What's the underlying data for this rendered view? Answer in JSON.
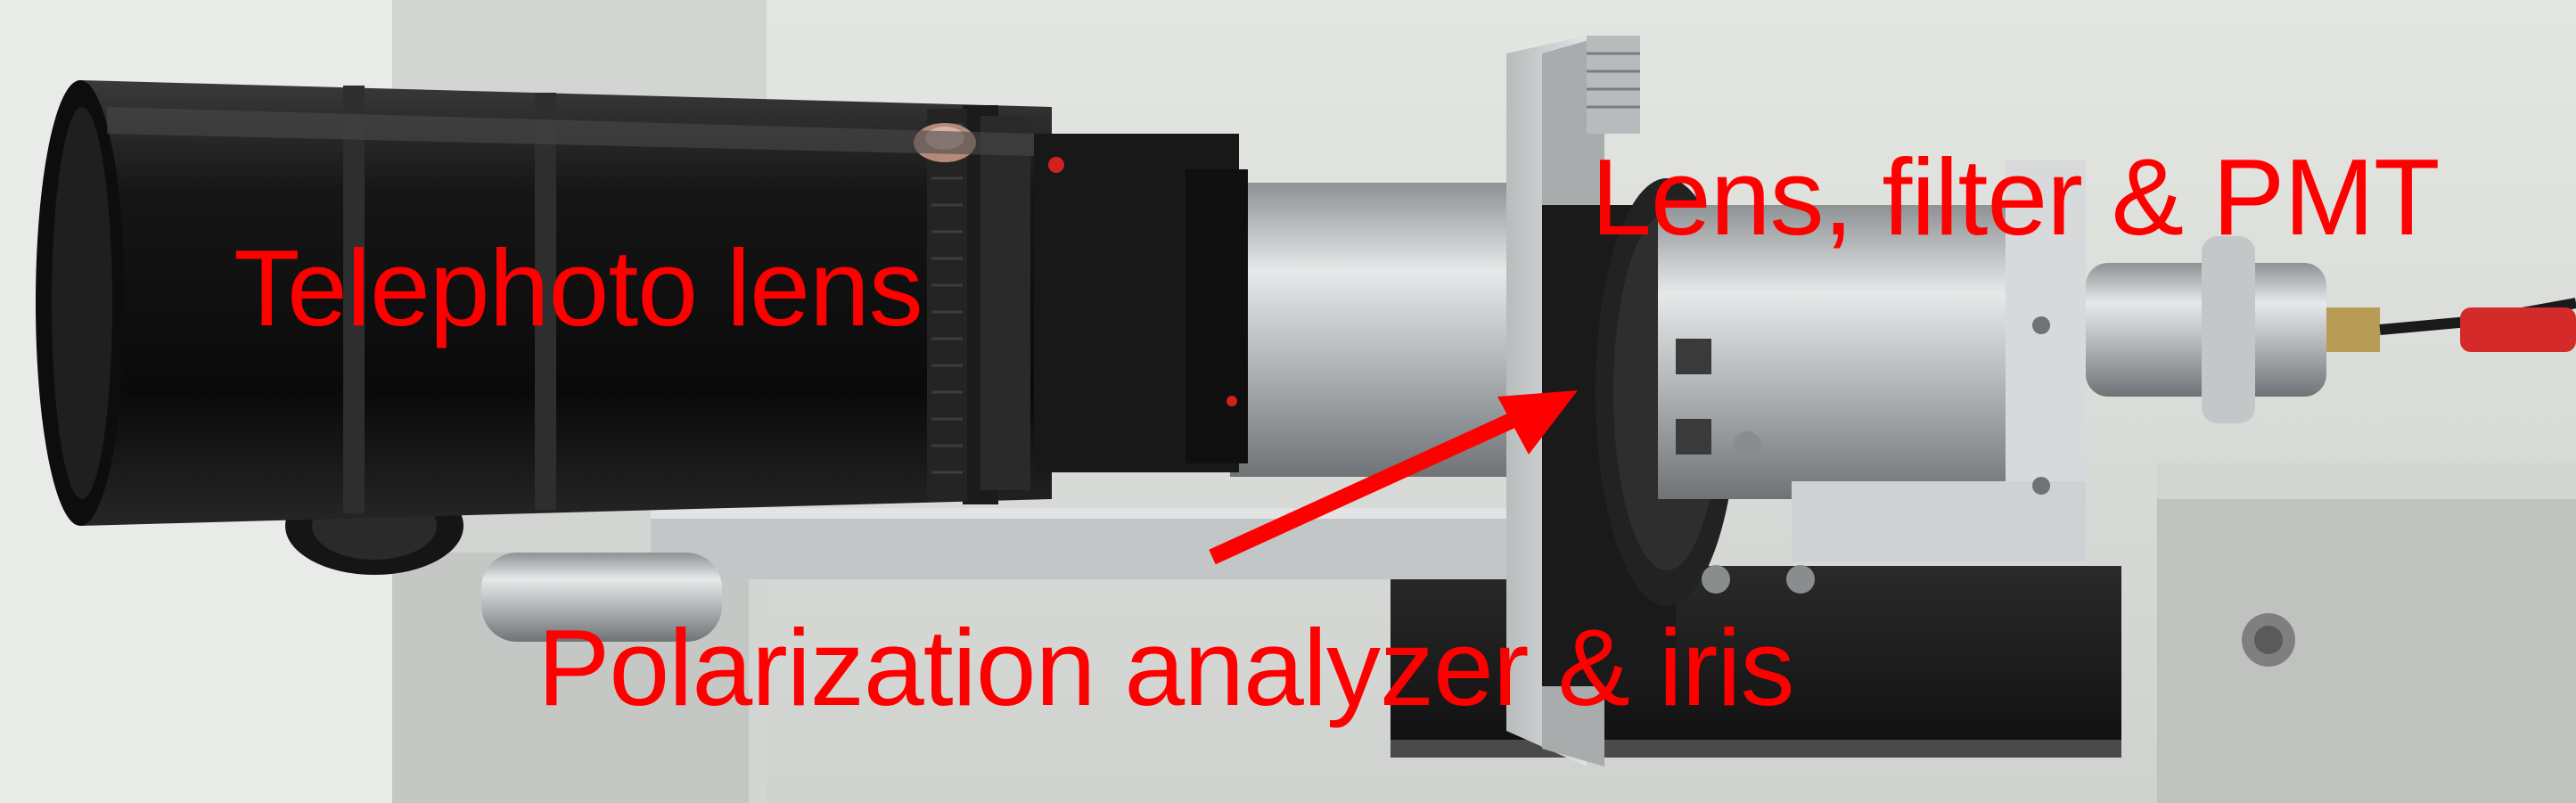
{
  "labels": {
    "telephoto": "Telephoto lens",
    "lens_filter_pmt": "Lens, filter & PMT",
    "polarization": "Polarization analyzer & iris"
  },
  "colors": {
    "annotation": "#ff0000",
    "background_wall": "#d9dcd8",
    "lens_body": "#111111",
    "aluminum": "#c9cbcc"
  }
}
